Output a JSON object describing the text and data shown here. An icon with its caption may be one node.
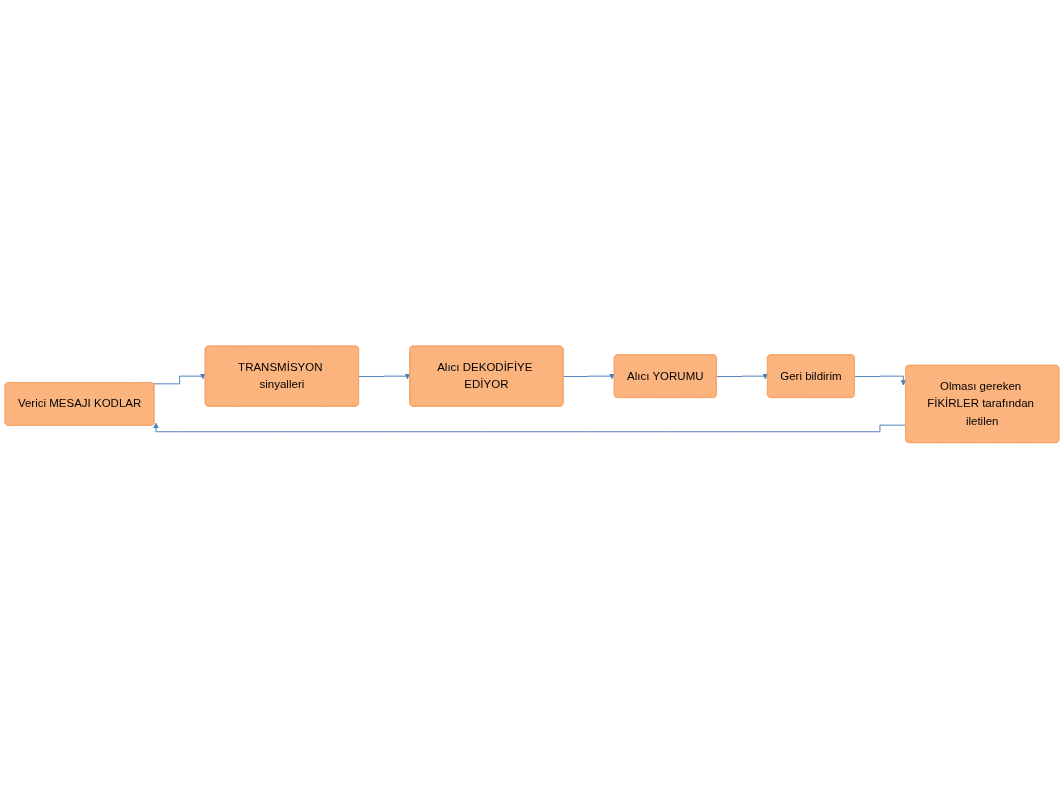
{
  "diagram": {
    "nodes": [
      {
        "text": [
          "Verici MESAJI KODLAR"
        ]
      },
      {
        "text": [
          "TRANSMİSYON sinyalleri"
        ]
      },
      {
        "text": [
          "Alıcı DEKODİFİYE EDİYOR"
        ]
      },
      {
        "text": [
          "Alıcı YORUMU"
        ]
      },
      {
        "text": [
          "Geri bildirim"
        ]
      },
      {
        "text": [
          "Olması gereken FİKİRLER tarafından iletilen"
        ]
      }
    ],
    "edges": [
      {
        "from": 0,
        "to": 1,
        "arrow": "to"
      },
      {
        "from": 1,
        "to": 2,
        "arrow": "to"
      },
      {
        "from": 2,
        "to": 3,
        "arrow": "to"
      },
      {
        "from": 3,
        "to": 4,
        "arrow": "to"
      },
      {
        "from": 4,
        "to": 5,
        "arrow": "to"
      },
      {
        "from": 5,
        "to": 0,
        "arrow": "to"
      }
    ]
  }
}
